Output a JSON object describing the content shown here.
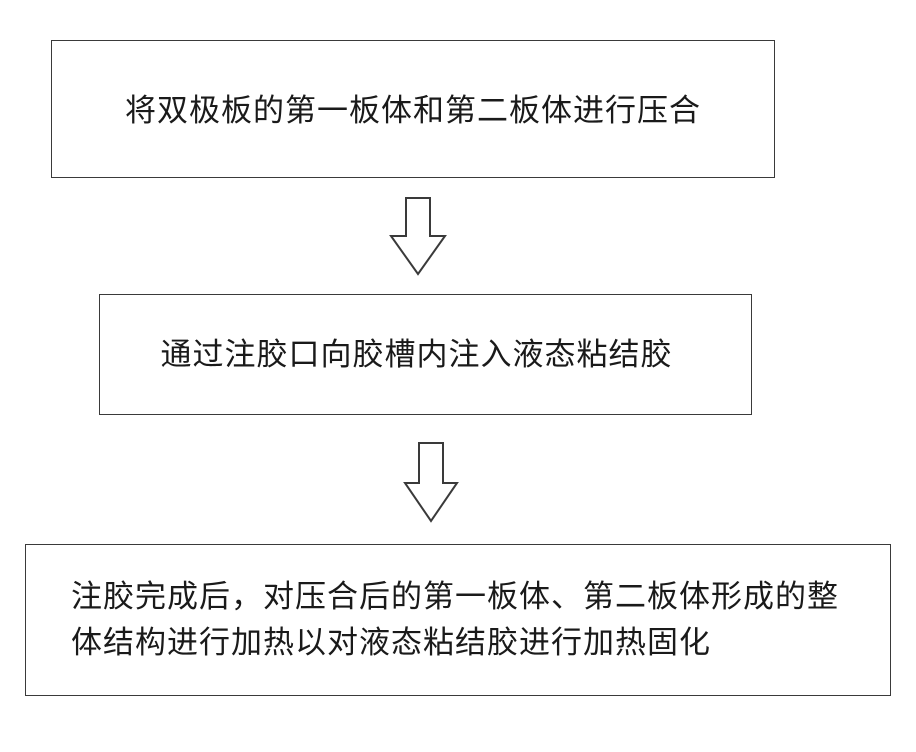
{
  "flowchart": {
    "steps": [
      {
        "text": "将双极板的第一板体和第二板体进行压合"
      },
      {
        "text": "通过注胶口向胶槽内注入液态粘结胶"
      },
      {
        "text": "注胶完成后，对压合后的第一板体、第二板体形成的整体结构进行加热以对液态粘结胶进行加热固化"
      }
    ]
  }
}
